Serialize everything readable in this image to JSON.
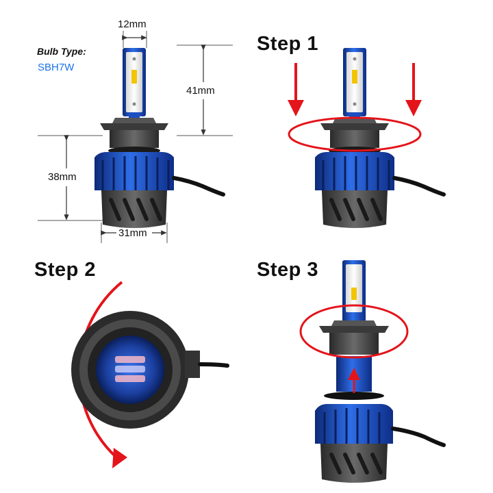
{
  "spec": {
    "bulb_type_label": "Bulb Type:",
    "bulb_model": "SBH7W"
  },
  "dimensions": {
    "width_chip": "12mm",
    "height_top": "41mm",
    "height_base": "38mm",
    "width_base": "31mm"
  },
  "steps": {
    "step1": "Step 1",
    "step2": "Step 2",
    "step3": "Step 3"
  },
  "colors": {
    "accent_red": "#e4141b",
    "bulb_blue": "#1d4fc0",
    "label_blue": "#1a73e8"
  }
}
